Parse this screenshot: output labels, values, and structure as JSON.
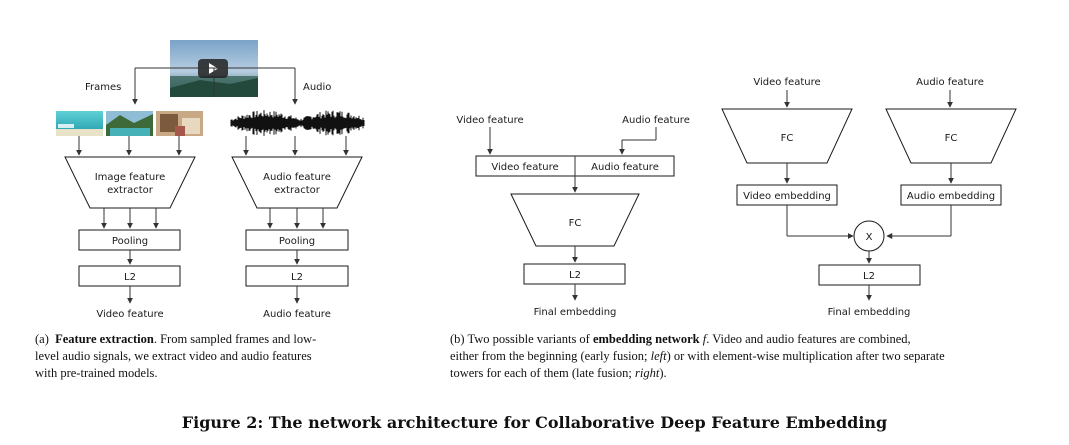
{
  "panel_a": {
    "frames_label": "Frames",
    "audio_label": "Audio",
    "image_extractor": [
      "Image feature",
      "extractor"
    ],
    "audio_extractor": [
      "Audio feature",
      "extractor"
    ],
    "pooling": "Pooling",
    "l2": "L2",
    "video_output": "Video feature",
    "audio_output": "Audio feature",
    "caption_prefix": "(a)",
    "caption_bold": "Feature extraction",
    "caption_line1_rest": ". From sampled frames and low-",
    "caption_line2": "level audio signals, we extract video and audio features",
    "caption_line3": "with pre-trained models."
  },
  "panel_b_early": {
    "video_input": "Video feature",
    "audio_input": "Audio feature",
    "concat_video": "Video feature",
    "concat_audio": "Audio feature",
    "fc": "FC",
    "l2": "L2",
    "output": "Final embedding"
  },
  "panel_b_late": {
    "video_input": "Video feature",
    "audio_input": "Audio feature",
    "fc_left": "FC",
    "fc_right": "FC",
    "video_embedding": "Video embedding",
    "audio_embedding": "Audio embedding",
    "multiply": "X",
    "l2": "L2",
    "output": "Final embedding"
  },
  "caption_b": {
    "prefix": "(b)  Two possible variants of ",
    "bold": "embedding network",
    "symbol": " f",
    "line1_rest": ". Video and audio features are combined,",
    "line2_a": "either from the beginning (early fusion; ",
    "line2_italic": "left",
    "line2_b": ") or with element-wise multiplication after two separate",
    "line3_a": "towers for each of them (late fusion; ",
    "line3_italic": "right",
    "line3_b": ")."
  },
  "figure_title": "Figure 2: The network architecture for Collaborative Deep Feature Embedding"
}
